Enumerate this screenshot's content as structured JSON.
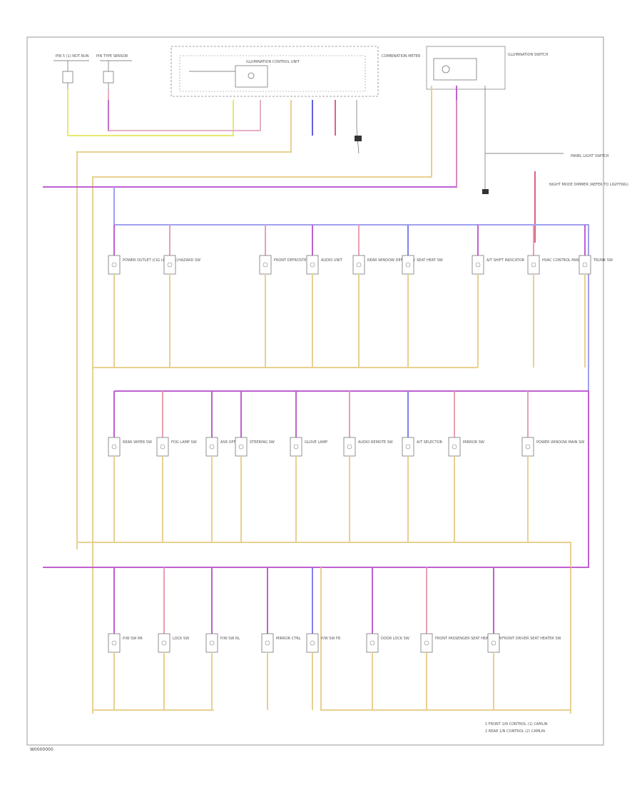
{
  "footer_code": "W0000000",
  "notes": [
    "1  FRONT 1/N CONTROL (1) CAMLIN",
    "2  REAR 1/N CONTROL (2) CAMLIN"
  ],
  "top_labels": {
    "left_switch": "PIN 5 (1) NOT RUN",
    "second_switch": "PIN TYPE SENSOR",
    "instrument_cluster": "COMBINATION METER",
    "illumination_control": "ILLUMINATION CONTROL UNIT",
    "right_module": "ILLUMINATION SWITCH",
    "ground_note": "PANEL LIGHT SWITCH",
    "dimmer_note": "NIGHT MODE DIMMER (REFER TO LIGHTING)"
  },
  "rows": [
    {
      "components": [
        {
          "name": "POWER OUTLET (CIG LIGHTER)"
        },
        {
          "name": "HAZARD SW"
        },
        {
          "name": "FRONT DEFROSTER SW"
        },
        {
          "name": "AUDIO UNIT"
        },
        {
          "name": "REAR WINDOW DEFOG SW"
        },
        {
          "name": "SEAT HEAT SW"
        },
        {
          "name": "A/T SHIFT INDICATOR"
        },
        {
          "name": "HVAC CONTROL PANEL"
        },
        {
          "name": "TRUNK SW"
        }
      ]
    },
    {
      "components": [
        {
          "name": "REAR WIPER SW"
        },
        {
          "name": "FOG LAMP SW"
        },
        {
          "name": "ASR OFF SW"
        },
        {
          "name": "STEERING SW"
        },
        {
          "name": "GLOVE LAMP"
        },
        {
          "name": "AUDIO REMOTE SW"
        },
        {
          "name": "A/T SELECTOR"
        },
        {
          "name": "MIRROR SW"
        },
        {
          "name": "POWER WINDOW MAIN SW"
        }
      ]
    },
    {
      "components": [
        {
          "name": "P/W SW RR"
        },
        {
          "name": "LOCK SW"
        },
        {
          "name": "P/W SW RL"
        },
        {
          "name": "MIRROR CTRL"
        },
        {
          "name": "P/W SW FR"
        },
        {
          "name": "DOOR LOCK SW"
        },
        {
          "name": "FRONT PASSENGER SEAT HEATER SW"
        },
        {
          "name": "FRONT DRIVER SEAT HEATER SW"
        }
      ]
    }
  ]
}
